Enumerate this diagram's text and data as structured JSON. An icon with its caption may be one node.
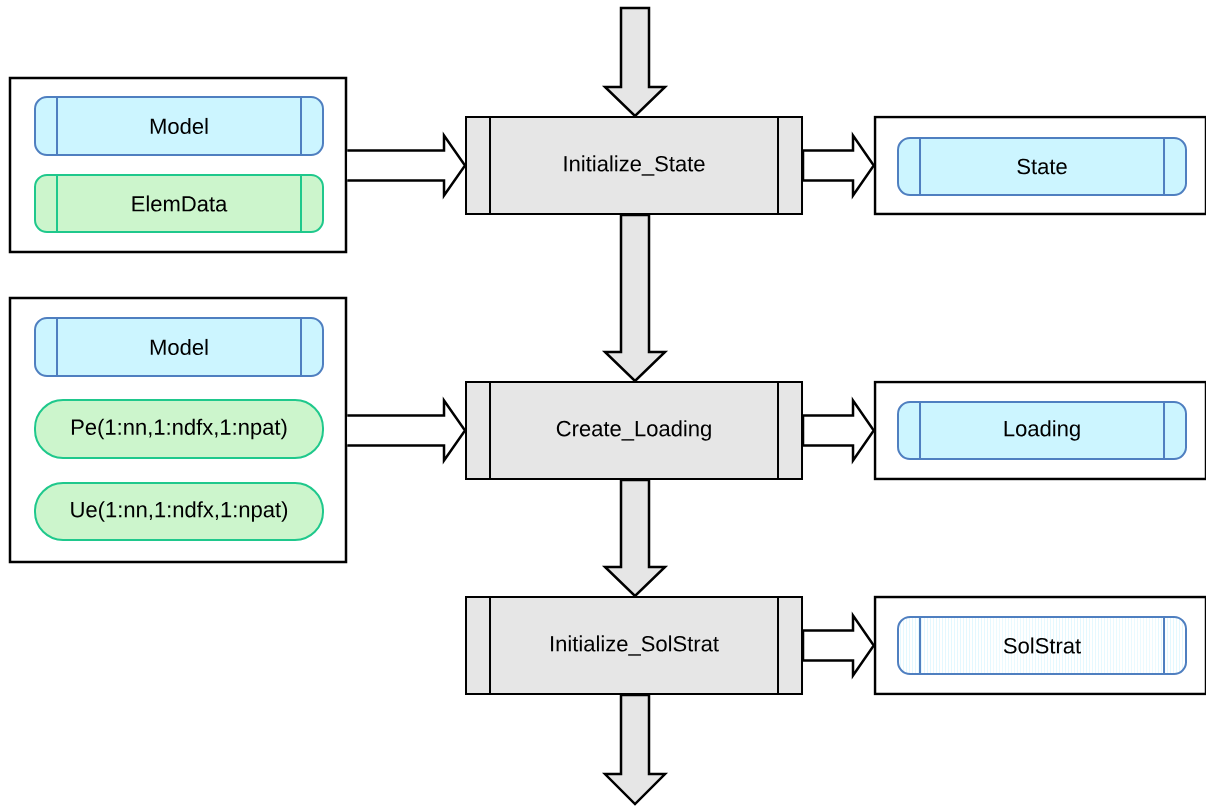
{
  "diagram": {
    "nodes": [
      {
        "text": [],
        "shape": "box"
      },
      {
        "text": [
          "Model"
        ],
        "in": 0
      },
      {
        "text": [
          "ElemData"
        ],
        "in": 0
      },
      {
        "text": [
          "Initialize_State"
        ]
      },
      {
        "text": [],
        "shape": "box"
      },
      {
        "text": [
          "State"
        ],
        "in": 4
      },
      {
        "text": [],
        "shape": "box"
      },
      {
        "text": [
          "Model"
        ],
        "in": 6
      },
      {
        "text": [
          "Pe(1:nn,1:ndfx,1:npat)"
        ],
        "in": 6
      },
      {
        "text": [
          "Ue(1:nn,1:ndfx,1:npat)"
        ],
        "in": 6
      },
      {
        "text": [
          "Create_Loading"
        ]
      },
      {
        "text": [],
        "shape": "box"
      },
      {
        "text": [
          "Loading"
        ],
        "in": 11
      },
      {
        "text": [
          "Initialize_SolStrat"
        ]
      },
      {
        "text": [],
        "shape": "box"
      },
      {
        "text": [
          "SolStrat"
        ],
        "in": 14
      }
    ],
    "edges": [
      {
        "from": null,
        "to": 3,
        "arrow": "to"
      },
      {
        "from": 0,
        "to": 3,
        "arrow": "to"
      },
      {
        "from": 3,
        "to": 4,
        "arrow": "to"
      },
      {
        "from": 3,
        "to": 10,
        "arrow": "to"
      },
      {
        "from": 6,
        "to": 10,
        "arrow": "to"
      },
      {
        "from": 10,
        "to": 11,
        "arrow": "to"
      },
      {
        "from": 10,
        "to": 13,
        "arrow": "to"
      },
      {
        "from": 13,
        "to": 14,
        "arrow": "to"
      },
      {
        "from": 13,
        "to": null,
        "arrow": "to"
      }
    ]
  }
}
